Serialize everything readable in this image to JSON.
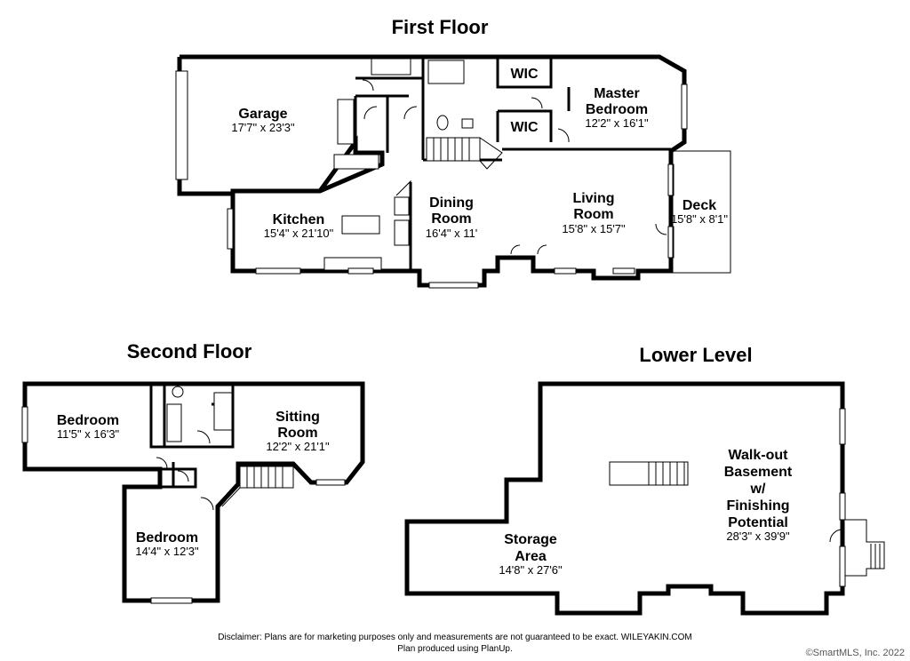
{
  "floors": {
    "first": {
      "title": "First Floor",
      "rooms": {
        "garage": {
          "name": "Garage",
          "dim": "17'7\" x 23'3\""
        },
        "wic1": {
          "name": "WIC"
        },
        "wic2": {
          "name": "WIC"
        },
        "master": {
          "name1": "Master",
          "name2": "Bedroom",
          "dim": "12'2\" x 16'1\""
        },
        "kitchen": {
          "name": "Kitchen",
          "dim": "15'4\" x 21'10\""
        },
        "dining": {
          "name1": "Dining",
          "name2": "Room",
          "dim": "16'4\" x 11'"
        },
        "living": {
          "name1": "Living",
          "name2": "Room",
          "dim": "15'8\" x 15'7\""
        },
        "deck": {
          "name": "Deck",
          "dim": "15'8\" x 8'1\""
        }
      }
    },
    "second": {
      "title": "Second Floor",
      "rooms": {
        "bedroom1": {
          "name": "Bedroom",
          "dim": "11'5\" x 16'3\""
        },
        "sitting": {
          "name1": "Sitting",
          "name2": "Room",
          "dim": "12'2\" x 21'1\""
        },
        "bedroom2": {
          "name": "Bedroom",
          "dim": "14'4\" x 12'3\""
        }
      }
    },
    "lower": {
      "title": "Lower Level",
      "rooms": {
        "basement": {
          "name1": "Walk-out",
          "name2": "Basement",
          "name3": "w/",
          "name4": "Finishing",
          "name5": "Potential",
          "dim": "28'3\" x 39'9\""
        },
        "storage": {
          "name1": "Storage",
          "name2": "Area",
          "dim": "14'8\" x 27'6\""
        }
      }
    }
  },
  "footer": {
    "disclaimer_line1": "Disclaimer: Plans are for marketing purposes only and measurements are not guaranteed to be exact. WILEYAKIN.COM",
    "disclaimer_line2": "Plan produced using PlanUp.",
    "copyright": "©SmartMLS, Inc.  2022"
  }
}
